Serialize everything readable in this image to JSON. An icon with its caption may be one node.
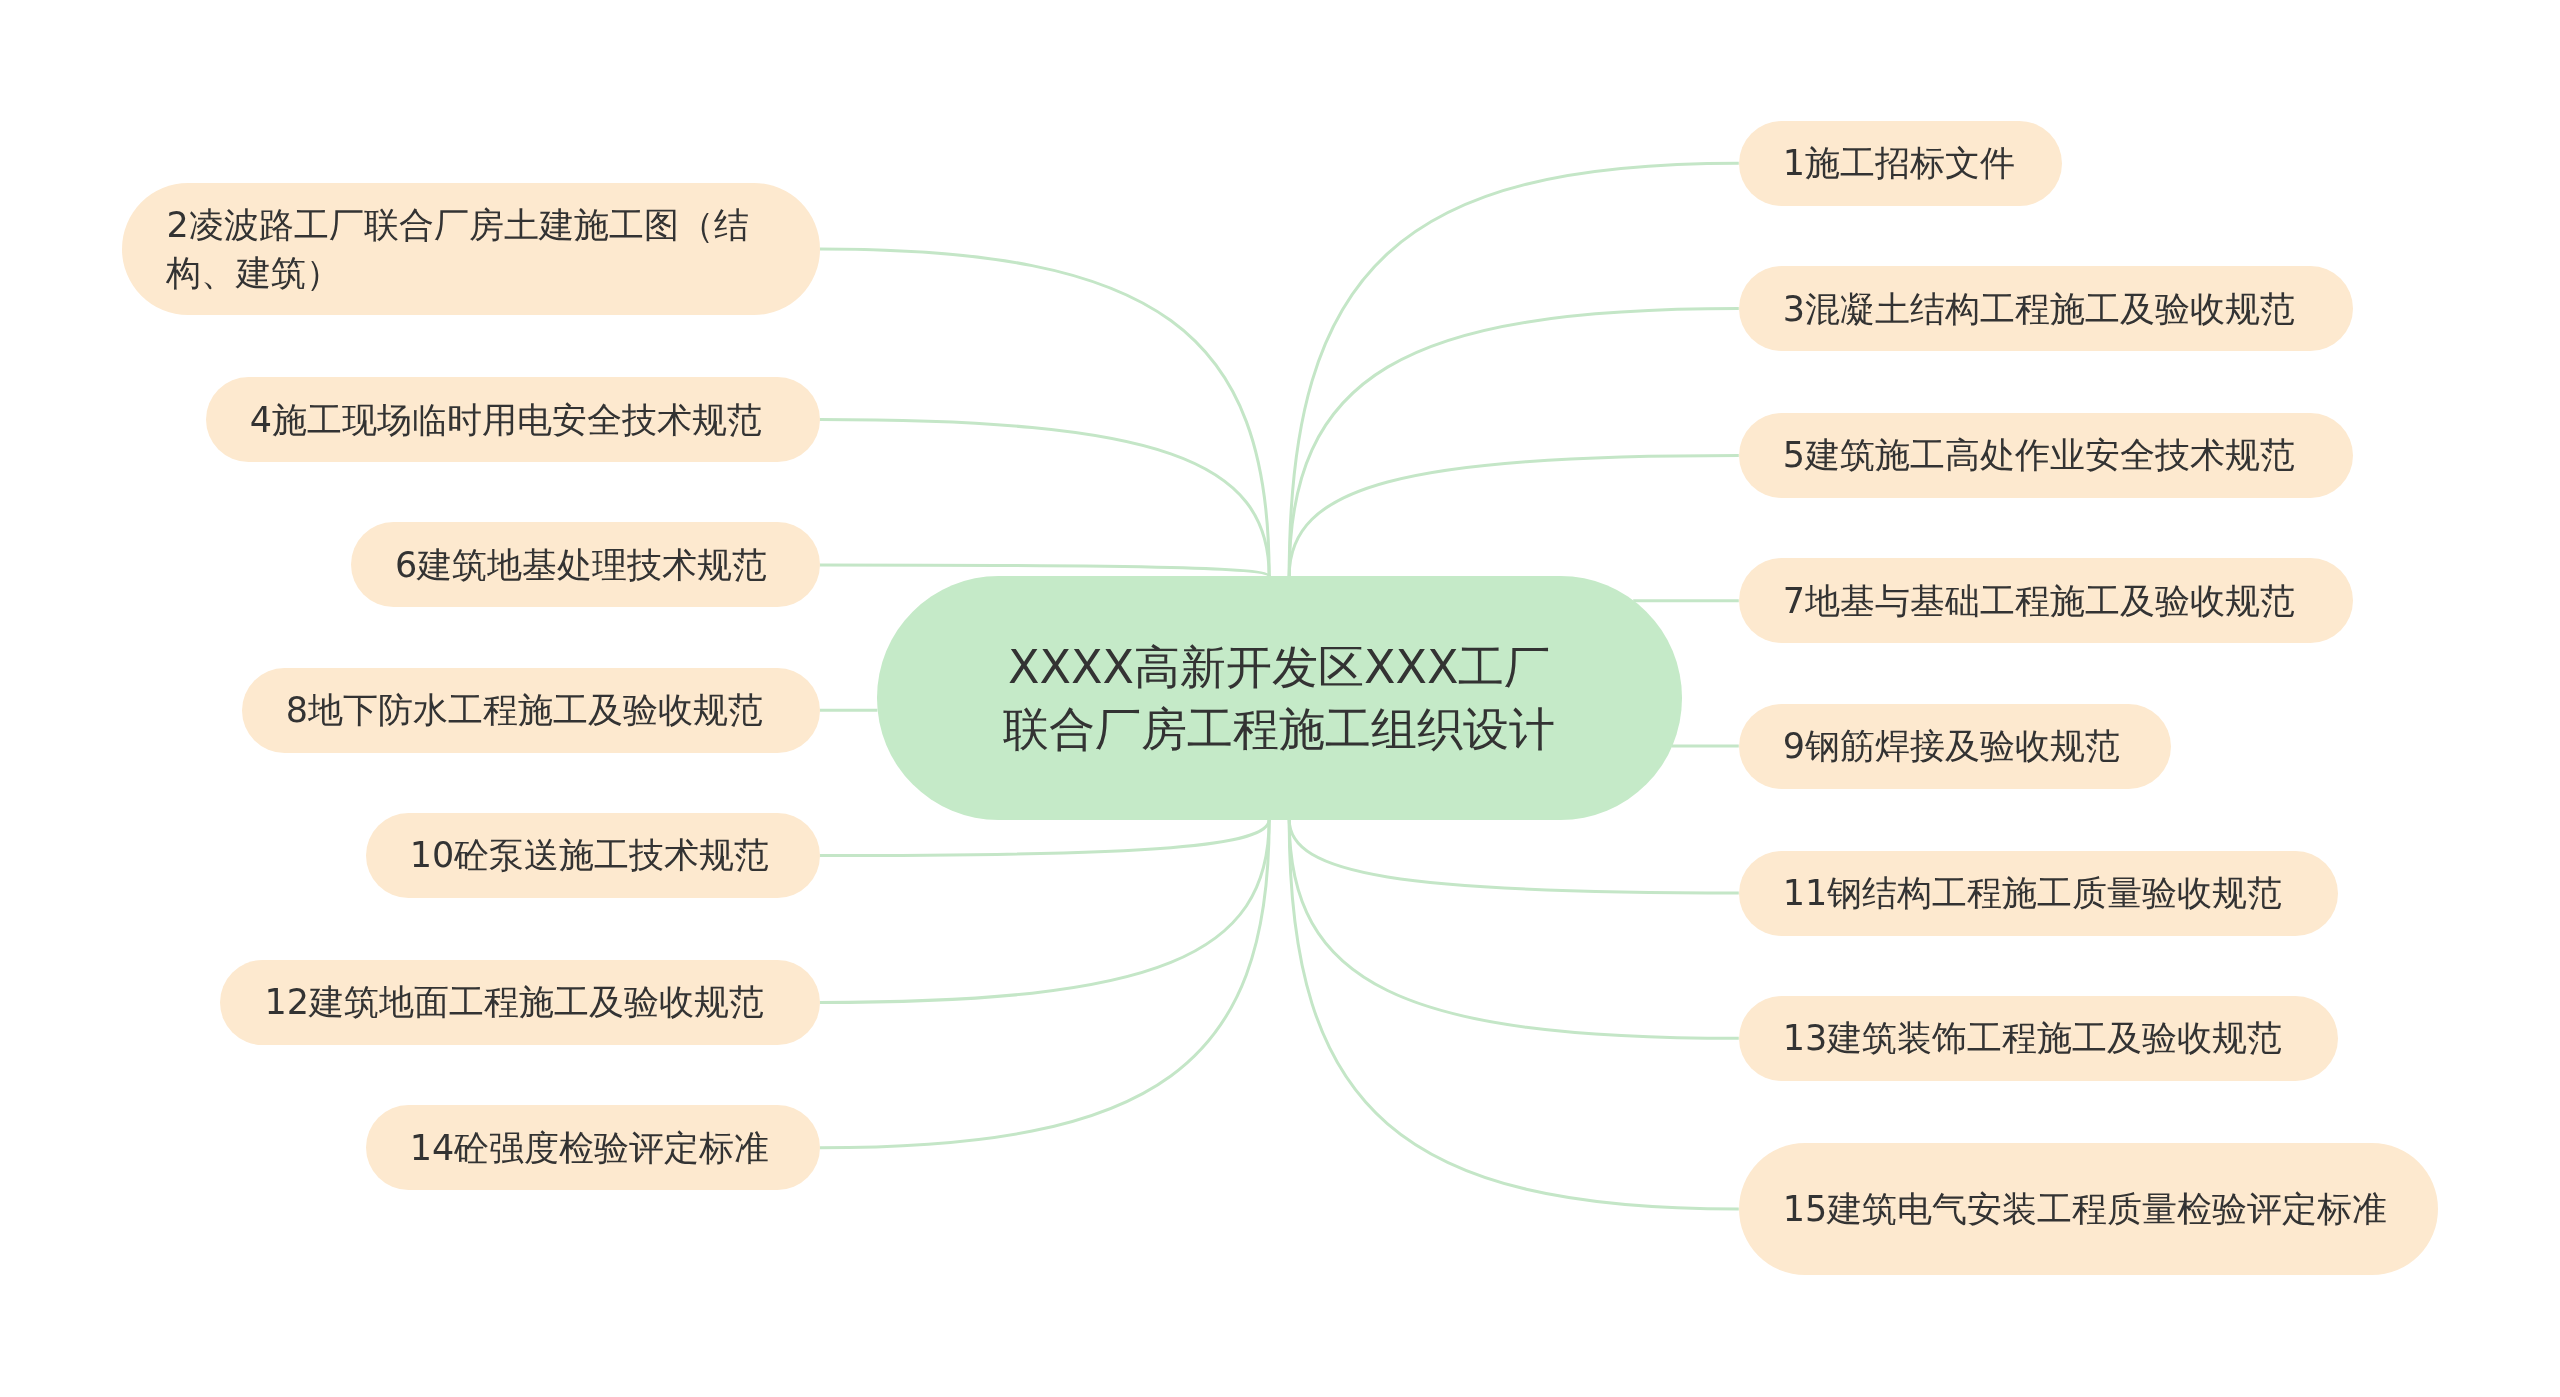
{
  "diagram": {
    "nodes": [
      {
        "text": [
          "XXXX高新开发区XXX工厂联合厂房工程施工组织设计"
        ]
      },
      {
        "text": [
          "1施工招标文件"
        ]
      },
      {
        "text": [
          "2凌波路工厂联合厂房土建施工图（结构、建筑）"
        ]
      },
      {
        "text": [
          "3混凝土结构工程施工及验收规范"
        ]
      },
      {
        "text": [
          "4施工现场临时用电安全技术规范"
        ]
      },
      {
        "text": [
          "5建筑施工高处作业安全技术规范"
        ]
      },
      {
        "text": [
          "6建筑地基处理技术规范"
        ]
      },
      {
        "text": [
          "7地基与基础工程施工及验收规范"
        ]
      },
      {
        "text": [
          "8地下防水工程施工及验收规范"
        ]
      },
      {
        "text": [
          "9钢筋焊接及验收规范"
        ]
      },
      {
        "text": [
          "10砼泵送施工技术规范"
        ]
      },
      {
        "text": [
          "11钢结构工程施工质量验收规范"
        ]
      },
      {
        "text": [
          "12建筑地面工程施工及验收规范"
        ]
      },
      {
        "text": [
          "13建筑装饰工程施工及验收规范"
        ]
      },
      {
        "text": [
          "14砼强度检验评定标准"
        ]
      },
      {
        "text": [
          "15建筑电气安装工程质量检验评定标准"
        ]
      }
    ],
    "edges": [
      {
        "from": 0,
        "to": 1,
        "arrow": "none"
      },
      {
        "from": 0,
        "to": 2,
        "arrow": "none"
      },
      {
        "from": 0,
        "to": 3,
        "arrow": "none"
      },
      {
        "from": 0,
        "to": 4,
        "arrow": "none"
      },
      {
        "from": 0,
        "to": 5,
        "arrow": "none"
      },
      {
        "from": 0,
        "to": 6,
        "arrow": "none"
      },
      {
        "from": 0,
        "to": 7,
        "arrow": "none"
      },
      {
        "from": 0,
        "to": 8,
        "arrow": "none"
      },
      {
        "from": 0,
        "to": 9,
        "arrow": "none"
      },
      {
        "from": 0,
        "to": 10,
        "arrow": "none"
      },
      {
        "from": 0,
        "to": 11,
        "arrow": "none"
      },
      {
        "from": 0,
        "to": 12,
        "arrow": "none"
      },
      {
        "from": 0,
        "to": 13,
        "arrow": "none"
      },
      {
        "from": 0,
        "to": 14,
        "arrow": "none"
      },
      {
        "from": 0,
        "to": 15,
        "arrow": "none"
      }
    ]
  }
}
